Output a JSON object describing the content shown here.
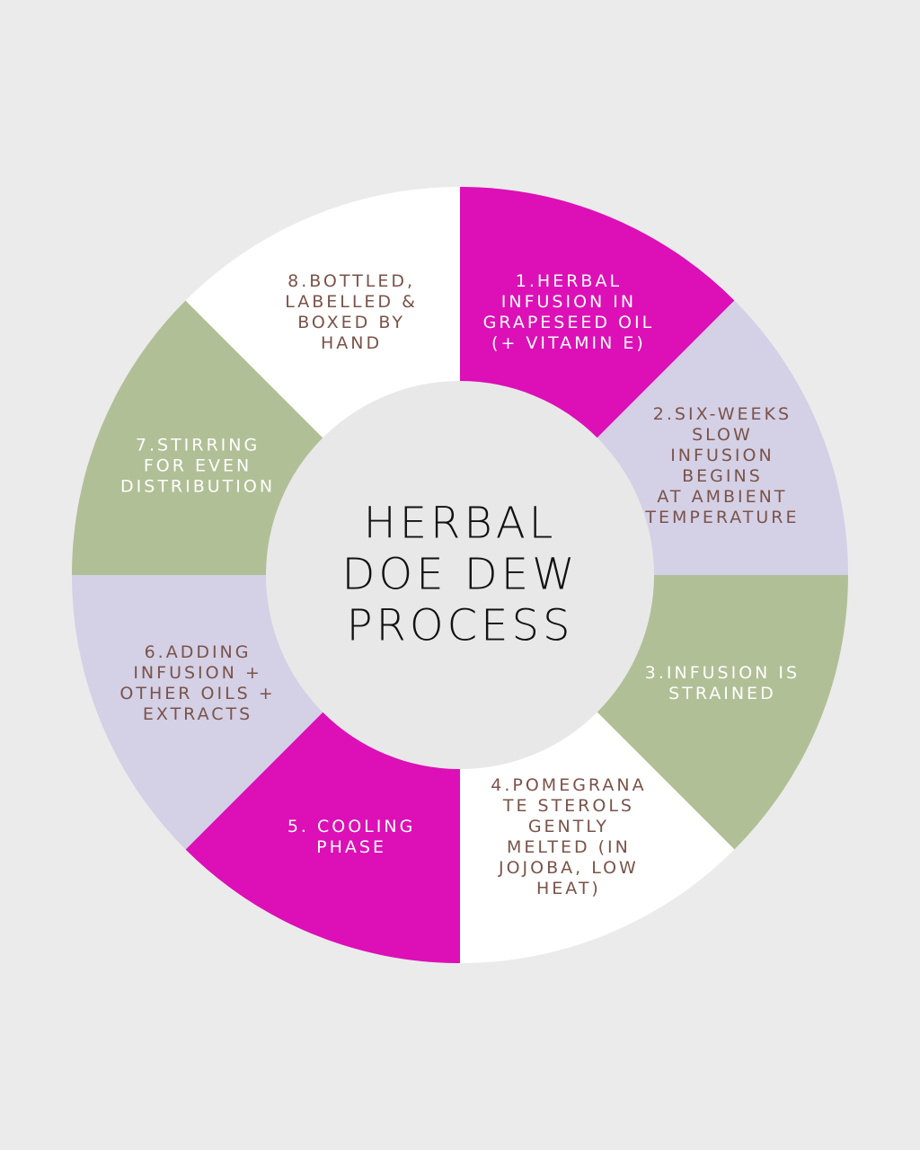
{
  "title": "HERBAL\nDOE DEW\nPROCESS",
  "colors": {
    "background": "#ebebeb",
    "magenta": "#dc10b6",
    "lavender": "#d4d0e6",
    "sage": "#b1bf96",
    "white": "#ffffff",
    "center": "#e8e8e8",
    "text_dark": "#7a5349",
    "text_light": "#ffffff"
  },
  "steps": [
    {
      "label": "1.HERBAL\nINFUSION IN\nGRAPESEED OIL\n(+ VITAMIN E)",
      "fill": "magenta",
      "text": "text_light"
    },
    {
      "label": "2.SIX-WEEKS\nSLOW\nINFUSION\nBEGINS\nAT AMBIENT\nTEMPERATURE",
      "fill": "lavender",
      "text": "text_dark"
    },
    {
      "label": "3.INFUSION IS\nSTRAINED",
      "fill": "sage",
      "text": "text_light"
    },
    {
      "label": "4.POMEGRANA\nTE STEROLS\nGENTLY\nMELTED (IN\nJOJOBA, LOW\nHEAT)",
      "fill": "white",
      "text": "text_dark"
    },
    {
      "label": "5. COOLING\nPHASE",
      "fill": "magenta",
      "text": "text_light"
    },
    {
      "label": "6.ADDING\nINFUSION +\nOTHER OILS +\nEXTRACTS",
      "fill": "lavender",
      "text": "text_dark"
    },
    {
      "label": "7.STIRRING\nFOR EVEN\nDISTRIBUTION",
      "fill": "sage",
      "text": "text_light"
    },
    {
      "label": "8.BOTTLED,\nLABELLED &\nBOXED BY\nHAND",
      "fill": "white",
      "text": "text_dark"
    }
  ]
}
